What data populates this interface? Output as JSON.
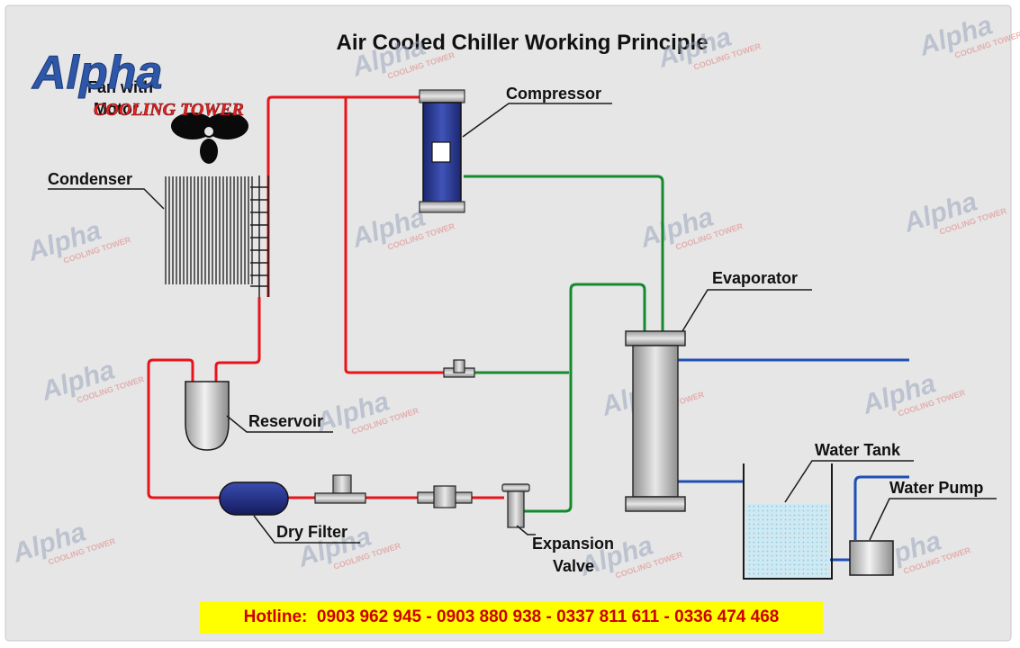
{
  "title": "Air Cooled Chiller Working Principle",
  "logo": {
    "brand": "Alpha",
    "sub": "COOLING TOWER"
  },
  "labels": {
    "fan_with_motor": [
      "Fan with",
      "Motor"
    ],
    "condenser": "Condenser",
    "compressor": "Compressor",
    "evaporator": "Evaporator",
    "reservoir": "Reservoir",
    "dry_filter": "Dry Filter",
    "expansion_valve": [
      "Expansion",
      "Valve"
    ],
    "water_tank": "Water Tank",
    "water_pump": "Water Pump"
  },
  "watermark": {
    "brand": "Alpha",
    "sub": "COOLING TOWER"
  },
  "hotline": "Hotline:  0903 962 945 - 0903 880 938 - 0337 811 611 - 0336 474 468",
  "colors": {
    "background": "#e6e6e6",
    "hot_line": "#e8141b",
    "cold_line": "#138a2e",
    "water_line": "#1f4fb5",
    "compressor_body": "#2a3a8c",
    "filter_body": "#2c3a8e",
    "hotline_bg": "#ffff00",
    "hotline_text": "#cc0000"
  }
}
